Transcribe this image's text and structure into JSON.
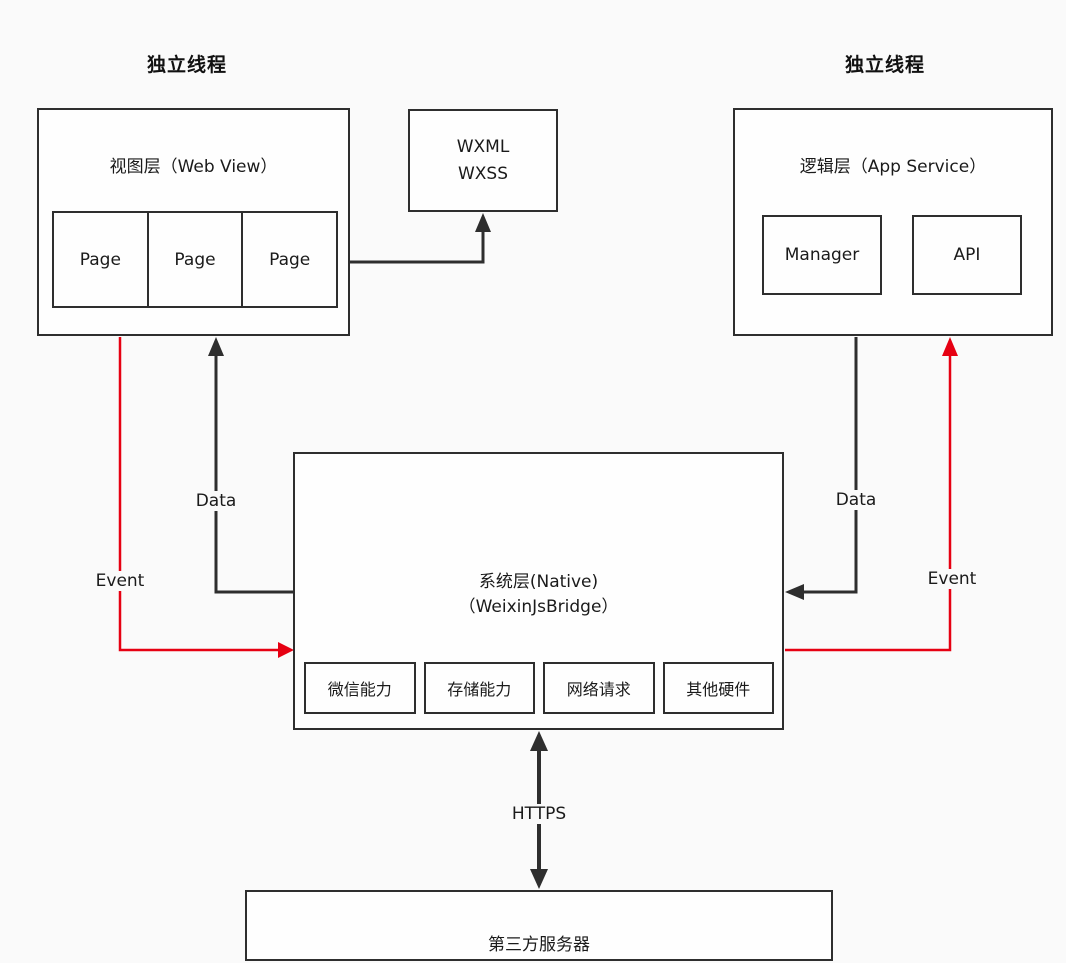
{
  "colors": {
    "background": "#fafafa",
    "line": "#2e2e2e",
    "accent_red": "#e60012"
  },
  "thread_labels": {
    "left": "独立线程",
    "right": "独立线程"
  },
  "view_layer": {
    "title": "视图层（Web View）",
    "pages": [
      "Page",
      "Page",
      "Page"
    ]
  },
  "wxml_box": {
    "line1": "WXML",
    "line2": "WXSS"
  },
  "logic_layer": {
    "title": "逻辑层（App Service）",
    "manager": "Manager",
    "api": "API"
  },
  "native_layer": {
    "title_line1": "系统层(Native)",
    "title_line2": "（WeixinJsBridge）",
    "capabilities": [
      "微信能力",
      "存储能力",
      "网络请求",
      "其他硬件"
    ]
  },
  "server": {
    "title": "第三方服务器"
  },
  "flow_labels": {
    "data_left": "Data",
    "event_left": "Event",
    "data_right": "Data",
    "event_right": "Event",
    "https": "HTTPS"
  }
}
